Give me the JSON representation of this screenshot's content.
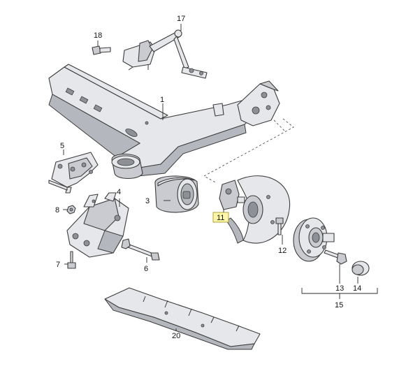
{
  "callouts": {
    "c1": "1",
    "c3": "3",
    "c4": "4",
    "c5": "5",
    "c6": "6",
    "c7": "7",
    "c8": "8",
    "c11": "11",
    "c12": "12",
    "c13": "13",
    "c14": "14",
    "c15": "15",
    "c17": "17",
    "c18": "18",
    "c20": "20"
  },
  "colors": {
    "part_fill": "#e6e7ea",
    "part_outline": "#3c3c3c",
    "highlight": "#fff7a8"
  }
}
